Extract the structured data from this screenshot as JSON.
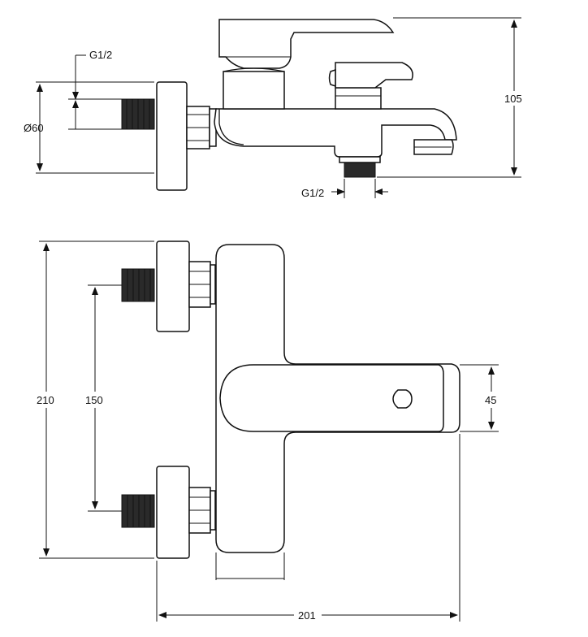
{
  "side_view": {
    "thread_inlet_label": "G1/2",
    "diameter_label": "Ø60",
    "thread_outlet_label": "G1/2",
    "height_label": "105"
  },
  "front_view": {
    "overall_height_label": "210",
    "centers_label": "150",
    "handle_height_label": "45",
    "overall_width_label": "201"
  },
  "colors": {
    "line": "#111111",
    "thread_fill": "#2a2a2a",
    "background": "#ffffff"
  }
}
